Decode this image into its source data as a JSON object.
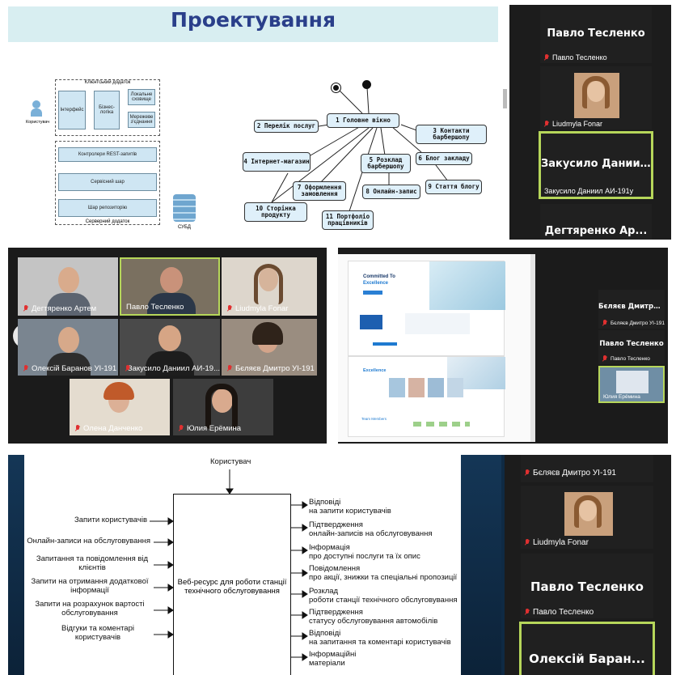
{
  "panel1": {
    "slide_title": "Проектування",
    "arch": {
      "client_app": "Клієнтський додаток",
      "user": "Користувач",
      "interface": "Інтерфейс",
      "business_logic": "Бізнес-логіка",
      "local_storage": "Локальне сховище",
      "network_links": "Мережеве з'єднання",
      "rest_controllers": "Контролери REST-запитів",
      "service_layer": "Сервісний шар",
      "repo_layer": "Шар репозиторію",
      "server_app": "Серверний додаток",
      "dbms": "СУБД"
    },
    "states": {
      "s1": "1 Головне вікно",
      "s2": "2 Перелік послуг",
      "s3": "3 Контакти барбершопу",
      "s4": "4 Інтернет-магазин",
      "s5": "5 Розклад барбершопу",
      "s6": "6 Блог закладу",
      "s7": "7 Оформлення замовлення",
      "s8": "8 Онлайн-запис",
      "s9": "9 Стаття блогу",
      "s10": "10 Сторінка продукту",
      "s11": "11 Портфоліо працівників"
    },
    "participants": [
      {
        "name": "Павло Тесленко",
        "label": "Павло Тесленко"
      },
      {
        "name": "",
        "label": "Liudmyla Fonar"
      },
      {
        "name": "Закусило Дании...",
        "label": "Закусило Даниил АИ-191у"
      },
      {
        "name": "Дегтяренко Ар...",
        "label": ""
      }
    ]
  },
  "panel2": {
    "gallery": [
      "Дегтяренко Артем",
      "Павло Тесленко",
      "Liudmyla Fonar",
      "Олексій Баранов УІ-191",
      "Закусило Даниил АИ-19...",
      "Бєляєв Дмитро УІ-191",
      "Олена Данченко",
      "Юлия Ерёмина"
    ]
  },
  "panel3": {
    "site1": {
      "headline_1": "Committed To",
      "headline_2": "Excellence"
    },
    "site2": {
      "headline": "Excellence",
      "members": "Team Members"
    },
    "side": [
      {
        "name": "Бєляєв Дмитро...",
        "label": "Бєляєв Дмитро УІ-191"
      },
      {
        "name": "Павло Тесленко",
        "label": "Павло Тесленко"
      },
      {
        "name": "",
        "label": "Юлия Ерёмина"
      }
    ]
  },
  "panel4": {
    "top_input": "Користувач",
    "center": "Веб-ресурс для роботи станції технічного обслуговування",
    "inputs": [
      "Запити користувачів",
      "Онлайн-записи на обслуговування",
      "Запитання та повідомлення від клієнтів",
      "Запити на отримання додаткової інформації",
      "Запити на розрахунок вартості обслуговування",
      "Відгуки та коментарі користувачів"
    ],
    "outputs": [
      [
        "Відповіді",
        "на запити користувачів"
      ],
      [
        "Підтвердження",
        "онлайн-записів на обслуговування"
      ],
      [
        "Інформація",
        "про доступні послуги та їх опис"
      ],
      [
        "Повідомлення",
        "про акції, знижки та спеціальні пропозиції"
      ],
      [
        "Розклад",
        "роботи станції технічного обслуговування"
      ],
      [
        "Підтвердження",
        "статусу обслуговування автомобілів"
      ],
      [
        "Відповіді",
        "на запитання та коментарі користувачів"
      ],
      [
        "Інформаційні",
        "матеріали"
      ]
    ],
    "participants": [
      {
        "name": "",
        "label": "Бєляєв Дмитро УІ-191"
      },
      {
        "name": "",
        "label": "Liudmyla Fonar"
      },
      {
        "name": "Павло Тесленко",
        "label": "Павло Тесленко"
      },
      {
        "name": "Олексій Баран...",
        "label": ""
      }
    ]
  }
}
